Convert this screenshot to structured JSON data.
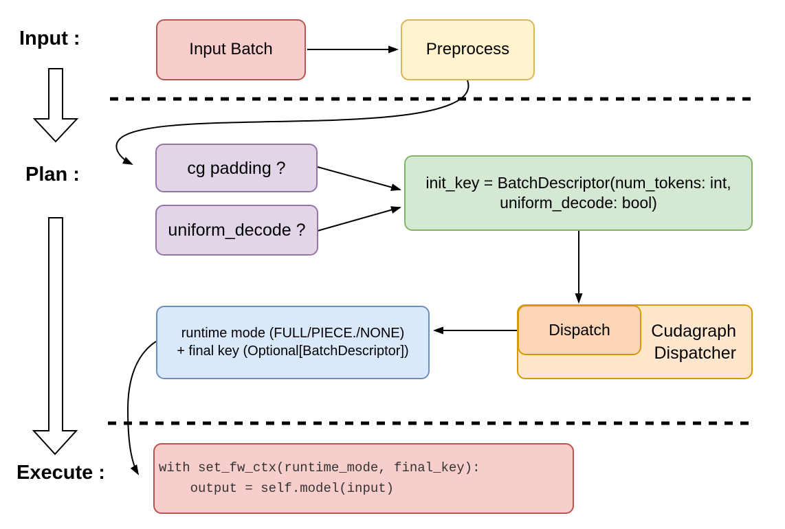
{
  "labels": {
    "input": "Input :",
    "plan": "Plan :",
    "execute": "Execute :"
  },
  "nodes": {
    "input_batch": {
      "label": "Input Batch"
    },
    "preprocess": {
      "label": "Preprocess"
    },
    "cg_padding": {
      "label": "cg padding ?"
    },
    "uniform_decode": {
      "label": "uniform_decode ?"
    },
    "init_key": {
      "line1": "init_key = BatchDescriptor(num_tokens: int,",
      "line2": "uniform_decode: bool)"
    },
    "dispatch": {
      "label": "Dispatch"
    },
    "cudagraph_dispatcher": {
      "line1": "Cudagraph",
      "line2": "Dispatcher"
    },
    "runtime_result": {
      "line1": "runtime mode (FULL/PIECE./NONE)",
      "line2": "+ final key (Optional[BatchDescriptor])"
    },
    "execute_code": {
      "line1": "with set_fw_ctx(runtime_mode, final_key):",
      "line2": "    output = self.model(input)"
    }
  },
  "palette": {
    "red_fill": "#f8cecc",
    "red_stroke": "#b85450",
    "yellow_fill": "#fff2cc",
    "yellow_stroke": "#d6b656",
    "purple_fill": "#e1d5e7",
    "purple_stroke": "#9673a6",
    "green_fill": "#d5e8d4",
    "green_stroke": "#82b366",
    "orange_fill": "#ffe6cc",
    "orange_inner_fill": "#fbd5b5",
    "orange_stroke": "#d79b00",
    "blue_fill": "#dae8fc",
    "blue_stroke": "#6c8ebf",
    "connector": "#000000",
    "background": "#ffffff"
  }
}
